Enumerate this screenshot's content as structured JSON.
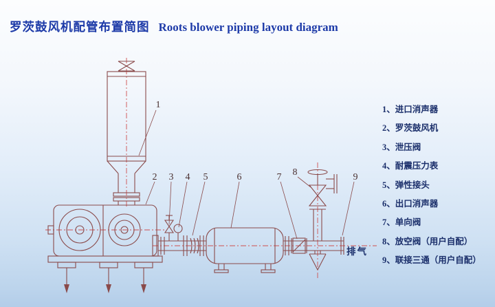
{
  "title": {
    "cn": "罗茨鼓风机配管布置简图",
    "en": "Roots blower piping layout diagram"
  },
  "legend": {
    "items": [
      "1、进口消声器",
      "2、罗茨鼓风机",
      "3、泄压阀",
      "4、耐震压力表",
      "5、弹性接头",
      "6、出口消声器",
      "7、单向阀",
      "8、放空阀（用户自配）",
      "9、联接三通（用户自配）"
    ]
  },
  "callouts": [
    "1",
    "2",
    "3",
    "4",
    "5",
    "6",
    "7",
    "8",
    "9"
  ],
  "exhaust_label": "排气",
  "colors": {
    "title_blue": "#1d3aa8",
    "legend_navy": "#1b2f6b",
    "line_maroon": "#8a4a4a",
    "centerline_red": "#cf4f4f",
    "callout_ink": "#4a3030"
  }
}
